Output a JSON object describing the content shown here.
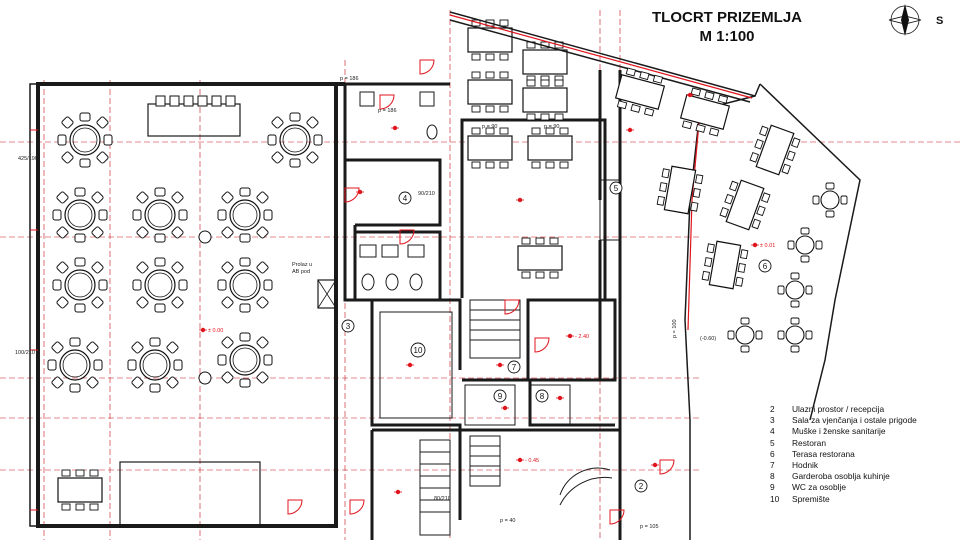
{
  "title": {
    "line1": "TLOCRT PRIZEMLJA",
    "line2": "M 1:100"
  },
  "compass": {
    "letter": "S",
    "icon": "north-arrow-icon"
  },
  "legend": [
    {
      "num": "2",
      "label": "Ulazni prostor / recepcija"
    },
    {
      "num": "3",
      "label": "Sala za vjenčanja i ostale prigode"
    },
    {
      "num": "4",
      "label": "Muške i ženske sanitarije"
    },
    {
      "num": "5",
      "label": "Restoran"
    },
    {
      "num": "6",
      "label": "Terasa restorana"
    },
    {
      "num": "7",
      "label": "Hodnik"
    },
    {
      "num": "8",
      "label": "Garderoba osoblja kuhinje"
    },
    {
      "num": "9",
      "label": "WC za osoblje"
    },
    {
      "num": "10",
      "label": "Spremište"
    }
  ],
  "room_markers": [
    "2",
    "3",
    "4",
    "5",
    "6",
    "7",
    "8",
    "9",
    "10"
  ],
  "annotations": {
    "prolaz": "Prolaz u",
    "prolaz2": "AB pod",
    "level_main": "± 0.00",
    "level_low": "- 2.40",
    "level_neg": "- 0.45",
    "level_terrace": "± 0.01",
    "level_terrace2": "(-0.60)",
    "p186": "p = 186",
    "p90a": "p = 90",
    "p90b": "p = 90",
    "p186b": "p = 186",
    "p40": "p = 40",
    "p105": "p = 105",
    "p100": "p = 100",
    "d100_210": "100/210",
    "d425_190": "425/190",
    "d90_210": "90/210",
    "d80_210": "80/210"
  },
  "colors": {
    "wall": "#1a1a1a",
    "red": "#e0141c",
    "grid": "#c8141c"
  }
}
